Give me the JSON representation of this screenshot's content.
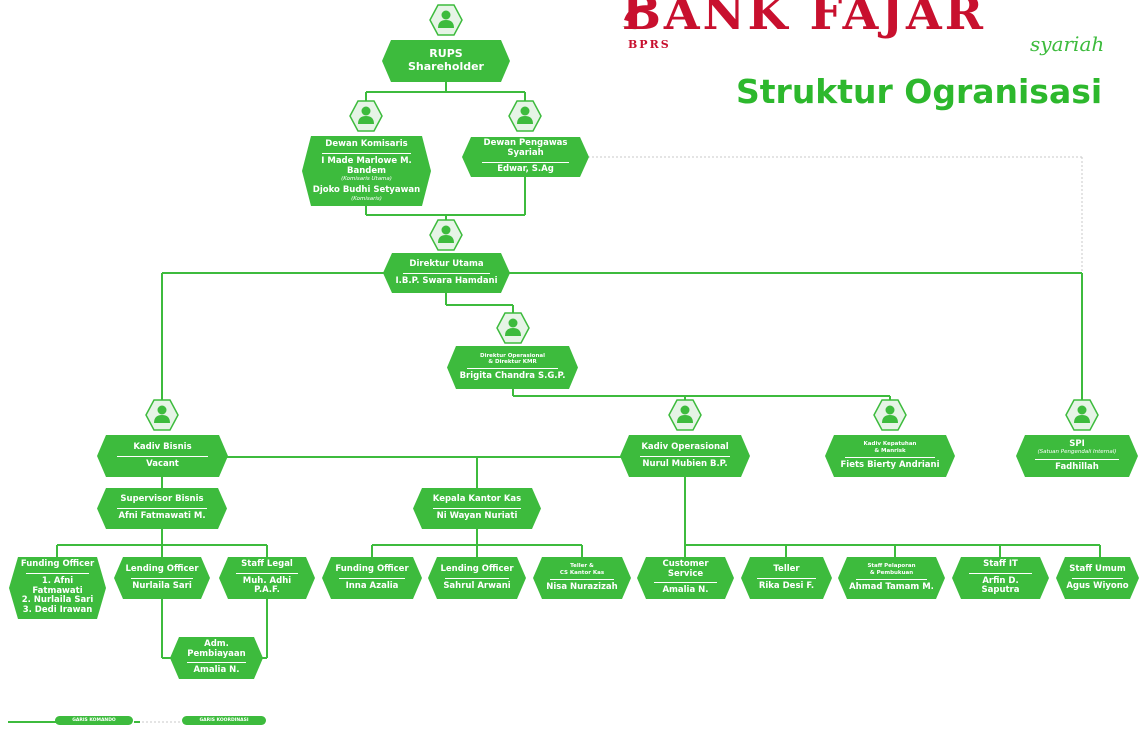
{
  "header": {
    "brand": "BANK FAJAR",
    "brand_sub": "BPRS",
    "brand_tag": "syariah",
    "title": "Struktur Ogranisasi"
  },
  "nodes": {
    "rups": {
      "title": "RUPS",
      "line2": "Shareholder"
    },
    "komisaris": {
      "title": "Dewan Komisaris",
      "name1": "I Made Marlowe M. Bandem",
      "role1": "(Komisaris Utama)",
      "name2": "Djoko Budhi Setyawan",
      "role2": "(Komisaris)"
    },
    "dps": {
      "title": "Dewan Pengawas Syariah",
      "name": "Edwar, S.Ag"
    },
    "dirut": {
      "title": "Direktur Utama",
      "name": "I.B.P. Swara Hamdani"
    },
    "dirops": {
      "title1": "Direktur Operasional",
      "title2": "& Direktur KMR",
      "name": "Brigita Chandra S.G.P."
    },
    "kadiv_bisnis": {
      "title": "Kadiv Bisnis",
      "name": "Vacant"
    },
    "kadiv_ops": {
      "title": "Kadiv Operasional",
      "name": "Nurul Mubien B.P."
    },
    "kadiv_kep": {
      "title1": "Kadiv Kepatuhan",
      "title2": "& Manrisk",
      "name": "Fiets Bierty Andriani"
    },
    "spi": {
      "title": "SPI",
      "sub": "(Satuan Pengendali Internal)",
      "name": "Fadhillah"
    },
    "supervisor": {
      "title": "Supervisor Bisnis",
      "name": "Afni Fatmawati M."
    },
    "kepala_kas": {
      "title": "Kepala Kantor Kas",
      "name": "Ni Wayan Nuriati"
    },
    "funding1": {
      "title": "Funding Officer",
      "name1": "1. Afni Fatmawati",
      "name2": "2. Nurlaila Sari",
      "name3": "3. Dedi Irawan"
    },
    "lending1": {
      "title": "Lending Officer",
      "name": "Nurlaila Sari"
    },
    "legal": {
      "title": "Staff Legal",
      "name": "Muh. Adhi P.A.F."
    },
    "adm": {
      "title": "Adm. Pembiayaan",
      "name": "Amalia N."
    },
    "funding2": {
      "title": "Funding Officer",
      "name": "Inna Azalia"
    },
    "lending2": {
      "title": "Lending Officer",
      "name": "Sahrul Arwani"
    },
    "teller_cs": {
      "title1": "Teller &",
      "title2": "CS Kantor Kas",
      "name": "Nisa Nurazizah"
    },
    "cs": {
      "title": "Customer Service",
      "name": "Amalia N."
    },
    "teller": {
      "title": "Teller",
      "name": "Rika Desi F."
    },
    "pelaporan": {
      "title1": "Staff Pelaporan",
      "title2": "& Pembukuan",
      "name": "Ahmad Tamam M."
    },
    "it": {
      "title": "Staff IT",
      "name": "Arfin D. Saputra"
    },
    "umum": {
      "title": "Staff Umum",
      "name": "Agus Wiyono"
    }
  },
  "legend": {
    "komando": "GARIS KOMANDO",
    "koordinasi": "GARIS KOORDINASI"
  },
  "colors": {
    "green": "#3dbb3d",
    "title_green": "#2db82d",
    "brand_red": "#c8102e",
    "coord_line": "#c8c8c8"
  },
  "icons": [
    "person-hexagon-icon"
  ]
}
